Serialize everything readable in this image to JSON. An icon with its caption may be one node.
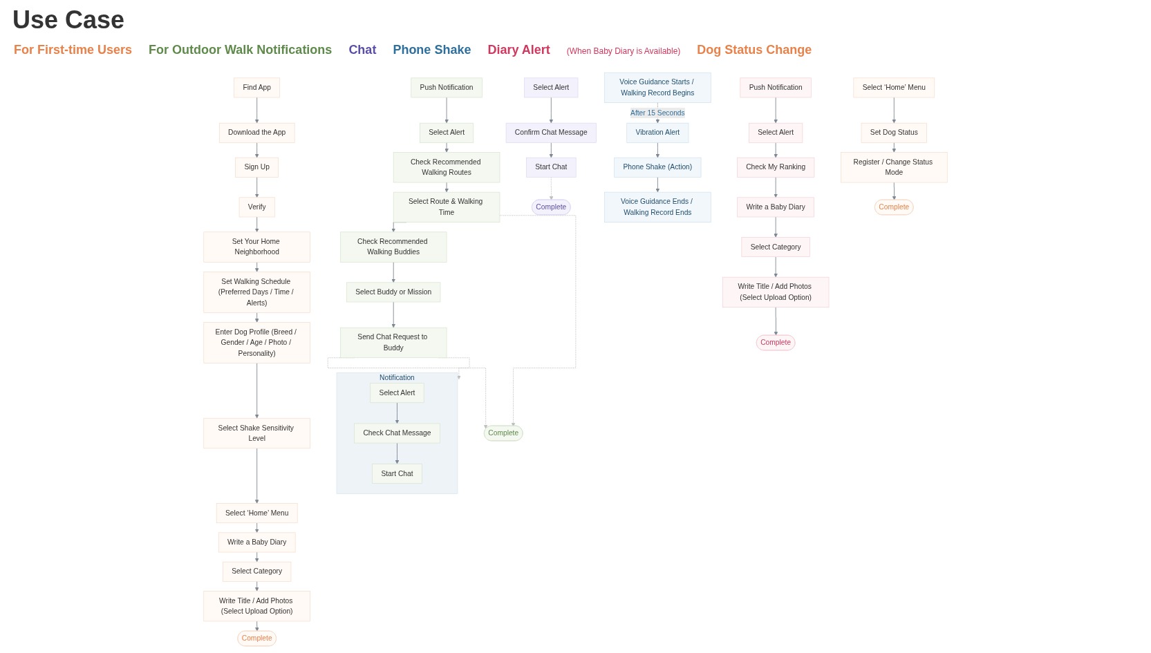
{
  "diagram": {
    "title": "Use Case",
    "nodes": [
      {
        "text": [
          "Find App"
        ]
      },
      {
        "text": [
          "Download the App"
        ]
      },
      {
        "text": [
          "Sign Up"
        ]
      },
      {
        "text": [
          "Verify"
        ]
      },
      {
        "text": [
          "Set Your Home Neighborhood"
        ]
      },
      {
        "text": [
          "Set Walking Schedule (Preferred Days / Time / Alerts)"
        ]
      },
      {
        "text": [
          "Enter Dog Profile (Breed / Gender / Age / Photo / Personality)"
        ]
      },
      {
        "text": [
          "Select Shake Sensitivity Level"
        ]
      },
      {
        "text": [
          "Select ‘Home’ Menu"
        ]
      },
      {
        "text": [
          "Write a Baby Diary"
        ]
      },
      {
        "text": [
          "Select Category"
        ]
      },
      {
        "text": [
          "Write Title / Add Photos (Select Upload Option)"
        ]
      },
      {
        "text": [
          "Complete"
        ]
      },
      {
        "text": [
          "Push Notification"
        ]
      },
      {
        "text": [
          "Select Alert"
        ]
      },
      {
        "text": [
          "Check Recommended Walking Routes"
        ]
      },
      {
        "text": [
          "Select Route & Walking Time"
        ]
      },
      {
        "text": [
          "Check Recommended Walking Buddies"
        ]
      },
      {
        "text": [
          "Select Buddy or Mission"
        ]
      },
      {
        "text": [
          "Send Chat Request to Buddy"
        ]
      },
      {
        "text": [
          "Complete"
        ]
      },
      {
        "text": [
          "Notification"
        ]
      },
      {
        "text": [
          "Select Alert"
        ],
        "in": 21
      },
      {
        "text": [
          "Check Chat Message"
        ],
        "in": 21
      },
      {
        "text": [
          "Start Chat"
        ],
        "in": 21
      },
      {
        "text": [
          "Select Alert"
        ]
      },
      {
        "text": [
          "Confirm Chat Message"
        ]
      },
      {
        "text": [
          "Start Chat"
        ]
      },
      {
        "text": [
          "Complete"
        ]
      },
      {
        "text": [
          "Voice Guidance Starts / Walking Record Begins"
        ]
      },
      {
        "text": [
          "Vibration Alert"
        ]
      },
      {
        "text": [
          "Phone Shake (Action)"
        ]
      },
      {
        "text": [
          "Voice Guidance Ends / Walking Record Ends"
        ]
      },
      {
        "text": [
          "Push Notification"
        ]
      },
      {
        "text": [
          "Select Alert"
        ]
      },
      {
        "text": [
          "Check My Ranking"
        ]
      },
      {
        "text": [
          "Write a Baby Diary"
        ]
      },
      {
        "text": [
          "Select Category"
        ]
      },
      {
        "text": [
          "Write Title / Add Photos (Select Upload Option)"
        ]
      },
      {
        "text": [
          "Complete"
        ]
      },
      {
        "text": [
          "Select ‘Home’ Menu"
        ]
      },
      {
        "text": [
          "Set Dog Status"
        ]
      },
      {
        "text": [
          "Register / Change Status Mode"
        ]
      },
      {
        "text": [
          "Complete"
        ]
      }
    ],
    "edges": [
      {
        "from": 0,
        "to": 1,
        "arrow": "to"
      },
      {
        "from": 1,
        "to": 2,
        "arrow": "to"
      },
      {
        "from": 2,
        "to": 3,
        "arrow": "to"
      },
      {
        "from": 3,
        "to": 4,
        "arrow": "to"
      },
      {
        "from": 4,
        "to": 5,
        "arrow": "to"
      },
      {
        "from": 5,
        "to": 6,
        "arrow": "to"
      },
      {
        "from": 6,
        "to": 7,
        "arrow": "to"
      },
      {
        "from": 7,
        "to": 8,
        "arrow": "to"
      },
      {
        "from": 8,
        "to": 9,
        "arrow": "to"
      },
      {
        "from": 9,
        "to": 10,
        "arrow": "to"
      },
      {
        "from": 10,
        "to": 11,
        "arrow": "to"
      },
      {
        "from": 11,
        "to": 12,
        "arrow": "to"
      },
      {
        "from": 13,
        "to": 14,
        "arrow": "to"
      },
      {
        "from": 14,
        "to": 15,
        "arrow": "to"
      },
      {
        "from": 15,
        "to": 16,
        "arrow": "to"
      },
      {
        "from": 16,
        "to": 17,
        "arrow": "to"
      },
      {
        "from": 17,
        "to": 18,
        "arrow": "to"
      },
      {
        "from": 18,
        "to": 19,
        "arrow": "to"
      },
      {
        "from": 16,
        "to": 20,
        "arrow": "to",
        "style": "dashed",
        "color": "#bdbdbd"
      },
      {
        "from": 19,
        "to": 20,
        "arrow": "to",
        "style": "dashed",
        "color": "#bdbdbd"
      },
      {
        "from": 19,
        "to": 21,
        "arrow": "to",
        "style": "dashed",
        "color": "#bdbdbd"
      },
      {
        "from": 22,
        "to": 23,
        "arrow": "to"
      },
      {
        "from": 23,
        "to": 24,
        "arrow": "to"
      },
      {
        "from": 25,
        "to": 26,
        "arrow": "to"
      },
      {
        "from": 26,
        "to": 27,
        "arrow": "to"
      },
      {
        "from": 27,
        "to": 28,
        "arrow": "to",
        "style": "dashed",
        "color": "#bdbdbd"
      },
      {
        "from": 29,
        "to": 30,
        "arrow": "to",
        "label": "After 15 Seconds",
        "style": "dashed"
      },
      {
        "from": 30,
        "to": 31,
        "arrow": "to"
      },
      {
        "from": 31,
        "to": 32,
        "arrow": "to"
      },
      {
        "from": 33,
        "to": 34,
        "arrow": "to"
      },
      {
        "from": 34,
        "to": 35,
        "arrow": "to"
      },
      {
        "from": 35,
        "to": 36,
        "arrow": "to"
      },
      {
        "from": 36,
        "to": 37,
        "arrow": "to"
      },
      {
        "from": 37,
        "to": 38,
        "arrow": "to"
      },
      {
        "from": 38,
        "to": 39,
        "arrow": "to"
      },
      {
        "from": 40,
        "to": 41,
        "arrow": "to"
      },
      {
        "from": 41,
        "to": 42,
        "arrow": "to"
      },
      {
        "from": 42,
        "to": 43,
        "arrow": "to"
      }
    ],
    "labels": [
      "For First-time Users",
      "For Outdoor Walk Notifications",
      "Chat",
      "Phone Shake",
      "Diary Alert",
      "(When Baby Diary is Available)",
      "Dog Status Change"
    ]
  }
}
